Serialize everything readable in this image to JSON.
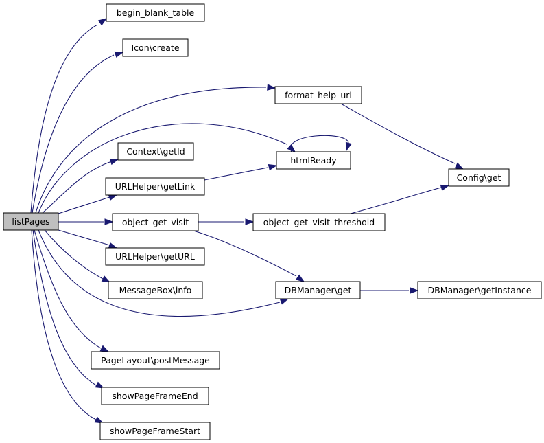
{
  "graph": {
    "nodes": {
      "listPages": "listPages",
      "begin_blank_table": "begin_blank_table",
      "icon_create": "Icon\\create",
      "format_help_url": "format_help_url",
      "context_getId": "Context\\getId",
      "htmlReady": "htmlReady",
      "urlhelper_getLink": "URLHelper\\getLink",
      "config_get": "Config\\get",
      "object_get_visit": "object_get_visit",
      "object_get_visit_threshold": "object_get_visit_threshold",
      "urlhelper_getURL": "URLHelper\\getURL",
      "messagebox_info": "MessageBox\\info",
      "dbmanager_get": "DBManager\\get",
      "dbmanager_getInstance": "DBManager\\getInstance",
      "pagelayout_postMessage": "PageLayout\\postMessage",
      "showPageFrameEnd": "showPageFrameEnd",
      "showPageFrameStart": "showPageFrameStart"
    },
    "edges": [
      [
        "listPages",
        "begin_blank_table"
      ],
      [
        "listPages",
        "icon_create"
      ],
      [
        "listPages",
        "format_help_url"
      ],
      [
        "listPages",
        "htmlReady"
      ],
      [
        "listPages",
        "context_getId"
      ],
      [
        "listPages",
        "urlhelper_getLink"
      ],
      [
        "listPages",
        "object_get_visit"
      ],
      [
        "listPages",
        "urlhelper_getURL"
      ],
      [
        "listPages",
        "messagebox_info"
      ],
      [
        "listPages",
        "dbmanager_get"
      ],
      [
        "listPages",
        "pagelayout_postMessage"
      ],
      [
        "listPages",
        "showPageFrameEnd"
      ],
      [
        "listPages",
        "showPageFrameStart"
      ],
      [
        "format_help_url",
        "config_get"
      ],
      [
        "htmlReady",
        "htmlReady"
      ],
      [
        "urlhelper_getLink",
        "htmlReady"
      ],
      [
        "object_get_visit",
        "object_get_visit_threshold"
      ],
      [
        "object_get_visit",
        "dbmanager_get"
      ],
      [
        "object_get_visit_threshold",
        "config_get"
      ],
      [
        "dbmanager_get",
        "dbmanager_getInstance"
      ]
    ],
    "colors": {
      "edge": "#191970",
      "root_fill": "#bfbfbf",
      "node_fill": "#ffffff",
      "border": "#000000"
    }
  }
}
